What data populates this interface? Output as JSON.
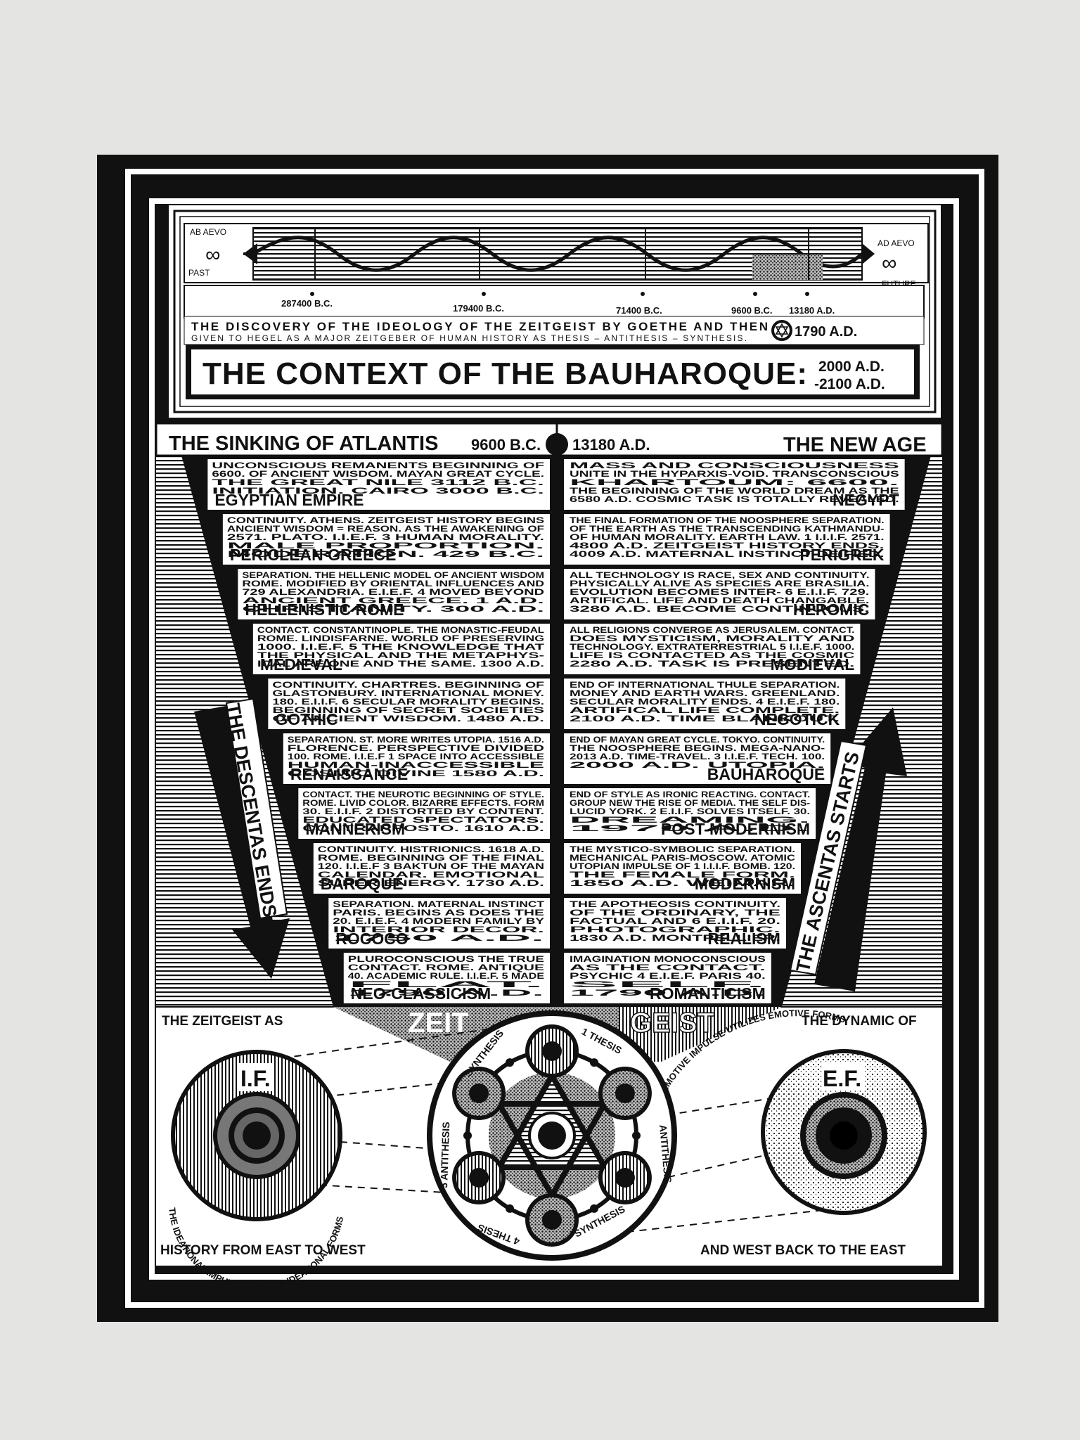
{
  "timeline": {
    "past_label": "AB AEVO",
    "past_word": "PAST",
    "future_label": "AD AEVO",
    "future_word": "FUTURE",
    "infinity": "∞",
    "dates": [
      "287400 B.C.",
      "179400 B.C.",
      "71400 B.C.",
      "9600 B.C.",
      "13180 A.D."
    ]
  },
  "discovery": {
    "line1": "THE DISCOVERY OF THE IDEOLOGY OF THE ZEITGEIST BY GOETHE AND THEN",
    "line2": "GIVEN TO HEGEL AS A MAJOR ZEITGEBER OF HUMAN HISTORY AS THESIS – ANTITHESIS – SYNTHESIS.",
    "date": "1790 A.D."
  },
  "title": {
    "main": "THE CONTEXT OF THE BAUHAROQUE:",
    "date1": "2000 A.D.",
    "date2": "-2100 A.D."
  },
  "band": {
    "left": "THE SINKING OF ATLANTIS",
    "left_date": "9600 B.C.",
    "right_date": "13180 A.D.",
    "right": "THE NEW AGE"
  },
  "left_eras": [
    {
      "name": "EGYPTIAN EMPIRE",
      "lines": [
        "UNCONSCIOUS  REMANENTS  BEGINNING OF",
        "6600.  OF ANCIENT WISDOM.  MAYAN GREAT CYCLE.",
        "THE GREAT NILE  3112 B.C.",
        "INITIATION. CAIRO  3000 B.C."
      ]
    },
    {
      "name": "PERICLEAN GREECE",
      "lines": [
        "CONTINUITY.  ATHENS.  ZEITGEIST HISTORY BEGINS",
        "ANCIENT WISDOM = REASON.  AS THE AWAKENING OF",
        "2571.  PLATO.  I.I.E.F. 3  HUMAN MORALITY.",
        "MALE PROPORTION.",
        "MODERATION.  429 B.C."
      ]
    },
    {
      "name": "HELLENISTIC ROME",
      "lines": [
        "SEPARATION. THE HELLENIC MODEL OF ANCIENT WISDOM",
        "ROME.  MODIFIED BY ORIENTAL INFLUENCES AND",
        "729 ALEXANDRIA.  E.I.E.F. 4  MOVED BEYOND",
        "ANCIENT GREECE. 1 A.D.",
        "CHRISTIANITY. 300 A.D."
      ]
    },
    {
      "name": "MEDIEVAL",
      "lines": [
        "CONTACT. CONSTANTINOPLE.  THE MONASTIC-FEUDAL",
        "ROME.  LINDISFARNE.  WORLD OF PRESERVING",
        "1000.  I.I.E.F. 5  THE KNOWLEDGE THAT",
        "THE PHYSICAL AND THE METAPHYS-",
        "ICAL ARE ONE AND THE SAME. 1300 A.D."
      ]
    },
    {
      "name": "GOTHIC",
      "lines": [
        "CONTINUITY. CHARTRES.  BEGINNING OF",
        "GLASTONBURY.  INTERNATIONAL MONEY.",
        "180. E.I.I.F. 6  SECULAR MORALITY BEGINS.",
        "BEGINNING OF SECRET SOCIETIES",
        "OF ANCIENT WISDOM.  1480 A.D."
      ]
    },
    {
      "name": "RENAISSANCE",
      "lines": [
        "SEPARATION.  ST. MORE WRITES UTOPIA. 1516 A.D.",
        "FLORENCE.  PERSPECTIVE DIVIDED",
        "100.  ROME.  I.I.E.F 1  SPACE INTO ACCESSIBLE",
        "HUMAN-INACCESSIBLE",
        "COSMIC DIVINE  1580 A.D."
      ]
    },
    {
      "name": "MANNERISM",
      "lines": [
        "CONTACT. THE NEUROTIC BEGINNING OF STYLE.",
        "ROME.  LIVID COLOR.  BIZARRE EFFECTS. FORM",
        "30.  E.I.I.F. 2  DISTORTED BY CONTENT.",
        "EDUCATED SPECTATORS.",
        "CONTRAPPOSTO. 1610 A.D."
      ]
    },
    {
      "name": "BAROQUE",
      "lines": [
        "CONTINUITY.  HISTRIONICS.  1618 A.D.",
        "ROME.  BEGINNING OF THE FINAL",
        "120.  I.I.E.F 3  BAKTUN OF THE MAYAN",
        "CALENDAR. EMOTIONAL",
        "SUPER ENERGY.  1730 A.D."
      ]
    },
    {
      "name": "ROCOCO",
      "lines": [
        "SEPARATION.  MATERNAL INSTINCT",
        "PARIS.  BEGINS AS DOES THE",
        "20.  E.I.E.F. 4  MODERN FAMILY BY",
        "INTERIOR DECOR.",
        "1750 A.D."
      ]
    },
    {
      "name": "NEO-CLASSICISM",
      "lines": [
        "PLUROCONSCIOUS  THE TRUE",
        "CONTACT. ROME.  ANTIQUE",
        "40. ACADEMIC RULE. I.I.E.F. 5  MADE",
        "FLAT.",
        "1790 A.D."
      ]
    }
  ],
  "right_eras": [
    {
      "name": "NEGYPT",
      "lines": [
        "MASS AND CONSCIOUSNESS",
        "UNITE IN THE HYPARXIS-VOID.  TRANSCONSCIOUS",
        "KHARTOUM: 6600.",
        "THE BEGINNING OF THE WORLD DREAM AS THE",
        "6580 A.D. COSMIC TASK IS TOTALLY REVEALED."
      ]
    },
    {
      "name": "PERIGREK",
      "lines": [
        "THE FINAL FORMATION OF THE NOOSPHERE  SEPARATION.",
        "OF THE EARTH AS THE TRANSCENDING  KATHMANDU-",
        "OF HUMAN MORALITY. EARTH LAW.  1 I.I.I.F.  2571.",
        "4800 A.D. ZEITGEIST HISTORY ENDS.",
        "4009 A.D. MATERNAL INSTINCT DEIFIED."
      ]
    },
    {
      "name": "HEROMIC",
      "lines": [
        "ALL TECHNOLOGY IS  RACE, SEX AND  CONTINUITY.",
        "PHYSICALLY ALIVE AS  SPECIES ARE  BRASILIA.",
        "EVOLUTION BECOMES  INTER-  6 E.I.I.F.  729.",
        "ARTIFICAL. LIFE AND DEATH  CHANGABLE.",
        "3280 A.D. BECOME CONTINUOUS."
      ]
    },
    {
      "name": "MODIEVAL",
      "lines": [
        "ALL RELIGIONS CONVERGE AS  JERUSALEM. CONTACT.",
        "DOES MYSTICISM, MORALITY AND",
        "TECHNOLOGY. EXTRATERRESTRIAL  5 I.I.E.F.  1000.",
        "LIFE IS CONTACTED AS THE COSMIC",
        "2280 A.D. TASK IS PRESENTED."
      ]
    },
    {
      "name": "NEGOTICK",
      "lines": [
        "END OF INTERNATIONAL  THULE  SEPARATION.",
        "MONEY AND EARTH WARS.  GREENLAND.",
        "SECULAR MORALITY ENDS.  4 E.I.E.F.  180.",
        "ARTIFICAL LIFE COMPLETE.",
        "2100 A.D. TIME BLANKOUT."
      ]
    },
    {
      "name": "BAUHAROQUE",
      "lines": [
        "END OF MAYAN GREAT CYCLE.  TOKYO.  CONTINUITY.",
        "THE NOOSPHERE BEGINS.  MEGA-NANO-",
        "2013 A.D. TIME-TRAVEL.  3 I.I.E.F.  TECH.  100.",
        "2000 A.D.  UTOPIA."
      ]
    },
    {
      "name": "POST-MODERNISM",
      "lines": [
        "END OF STYLE AS IRONIC REACTING.  CONTACT.",
        "GROUP NEW  THE RISE OF MEDIA. THE SELF DIS-",
        "LUCID  YORK.  2 E.I.I.F.  SOLVES ITSELF.  30.",
        "DREAMING.",
        "1970 A.D."
      ]
    },
    {
      "name": "MODERNISM",
      "lines": [
        "THE MYSTICO-SYMBOLIC  SEPARATION.",
        "MECHANICAL  PARIS-MOSCOW.  ATOMIC",
        "UTOPIAN IMPULSE OF  1 I.I.I.F.  BOMB.  120.",
        "THE FEMALE FORM.",
        "1850 A.D. WEIMAR."
      ]
    },
    {
      "name": "REALISM",
      "lines": [
        "THE APOTHEOSIS  CONTINUITY.",
        "OF THE ORDINARY, THE",
        "FACTUAL AND  6 E.I.I.F.  20.",
        "PHOTOGRAPHIC.",
        "1830 A.D. MONTPELLIER."
      ]
    },
    {
      "name": "ROMANTICISM",
      "lines": [
        "IMAGINATION  MONOCONSCIOUS",
        "AS THE  CONTACT.",
        "PSYCHIC  4 E.I.E.F.  PARIS  40.",
        "SELF.",
        "1790 A.D."
      ]
    }
  ],
  "arrows": {
    "left": "THE DESCENTAS ENDS",
    "right": "THE ASCENTAS STARTS"
  },
  "bottom": {
    "zeit": "ZEIT",
    "geist": "GEIST",
    "tl": "THE ZEITGEIST AS",
    "tr": "THE DYNAMIC OF",
    "bl": "HISTORY FROM EAST TO WEST",
    "br": "AND WEST BACK TO THE EAST",
    "if_label": "I.F.",
    "ef_label": "E.F.",
    "ideational": "THE IDEATIONAL IMPULSE UTILIZES IDEATIONAL FORMS",
    "emotive": "THE EMOTIVE IMPULSE UTILIZES EMOTIVE FORMS",
    "synthesis": "SYNTHESIS",
    "thesis": "1 THESIS",
    "antithesis": "ANTITHESIS",
    "antithesis5": "5 ANTITHESIS",
    "thesis4": "4 THESIS",
    "synthesis6": "SYNTHESIS"
  }
}
